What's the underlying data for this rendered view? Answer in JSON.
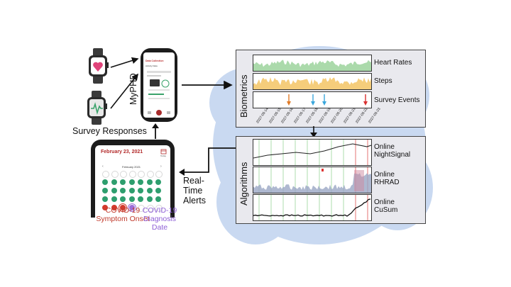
{
  "phone_app": {
    "name": "MyPHD",
    "screen_title": "Data Collection",
    "screen_subtitle": "Activity Data"
  },
  "labels": {
    "survey_responses": "Survey Responses",
    "realtime_alerts": [
      "Real-",
      "Time",
      "Alerts"
    ]
  },
  "calendar": {
    "date_title": "February 23, 2021",
    "today_label": "Today",
    "month_label": "February 2021",
    "legend_onset": [
      "COVID-19",
      "Symptom Onset"
    ],
    "legend_diagnosis": [
      "COVID-19",
      "Diagnosis Date"
    ],
    "colors": {
      "green": "#2e9e6e",
      "red": "#d33a2c",
      "purple": "#9c6dd9",
      "grey": "#d7d7d7"
    }
  },
  "biometrics": {
    "title": "Biometrics",
    "rows": [
      "Heart Rates",
      "Steps",
      "Survey Events"
    ],
    "dates": [
      "2027-05-14",
      "2027-05-15",
      "2027-05-16",
      "2027-05-17",
      "2027-05-18",
      "2027-05-19",
      "2027-05-20",
      "2027-05-21",
      "2027-05-22",
      "2027-05-23"
    ]
  },
  "algorithms": {
    "title": "Algorithms",
    "rows": [
      [
        "Online",
        "NightSignal"
      ],
      [
        "Online",
        "RHRAD"
      ],
      [
        "Online",
        "CuSum"
      ]
    ]
  },
  "colors": {
    "heart": "#8fce8f",
    "steps": "#f3c15a",
    "cloud": "#c8d8f0",
    "event_orange": "#e07b27",
    "event_blue": "#3aa6dc",
    "event_red": "#d93030"
  }
}
